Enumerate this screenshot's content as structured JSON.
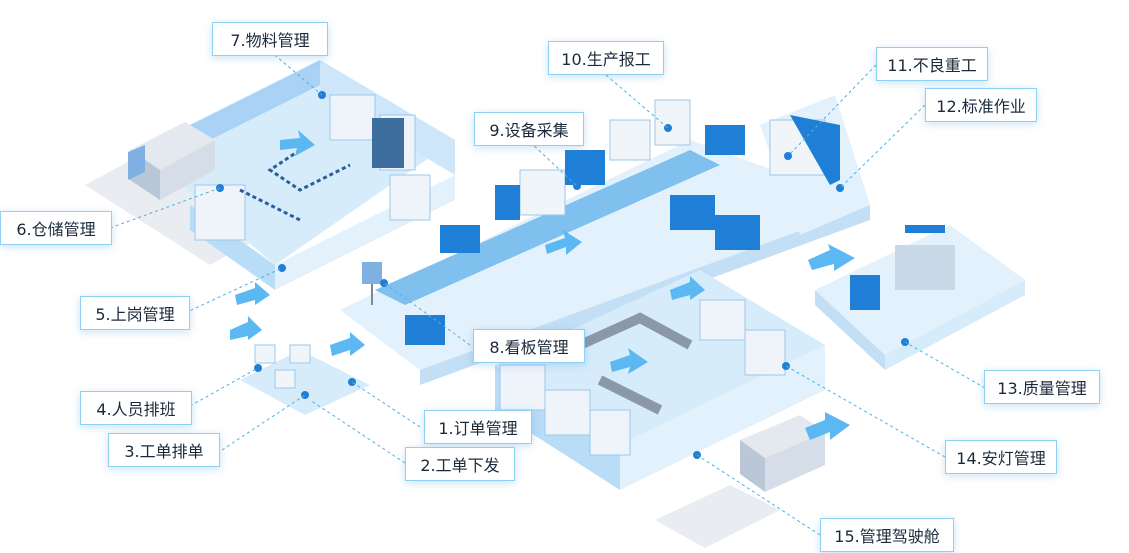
{
  "colors": {
    "floor": "#d6ecfb",
    "wall": "#cde6fa",
    "wall_dark": "#a9d2f4",
    "accent": "#1f7fd6",
    "arrow": "#5bb8f2",
    "leader": "#49b3e6",
    "label_border": "#8fd0f5",
    "text": "#1b2a3a"
  },
  "labels": [
    {
      "id": "order-management",
      "text": "1.订单管理"
    },
    {
      "id": "work-order-issue",
      "text": "2.工单下发"
    },
    {
      "id": "work-order-scheduling",
      "text": "3.工单排单"
    },
    {
      "id": "staff-scheduling",
      "text": "4.人员排班"
    },
    {
      "id": "post-management",
      "text": "5.上岗管理"
    },
    {
      "id": "warehouse-management",
      "text": "6.仓储管理"
    },
    {
      "id": "material-management",
      "text": "7.物料管理"
    },
    {
      "id": "kanban-management",
      "text": "8.看板管理"
    },
    {
      "id": "equipment-collection",
      "text": "9.设备采集"
    },
    {
      "id": "production-report",
      "text": "10.生产报工"
    },
    {
      "id": "rework",
      "text": "11.不良重工"
    },
    {
      "id": "standard-operation",
      "text": "12.标准作业"
    },
    {
      "id": "quality-management",
      "text": "13.质量管理"
    },
    {
      "id": "andon-management",
      "text": "14.安灯管理"
    },
    {
      "id": "management-cockpit",
      "text": "15.管理驾驶舱"
    }
  ]
}
